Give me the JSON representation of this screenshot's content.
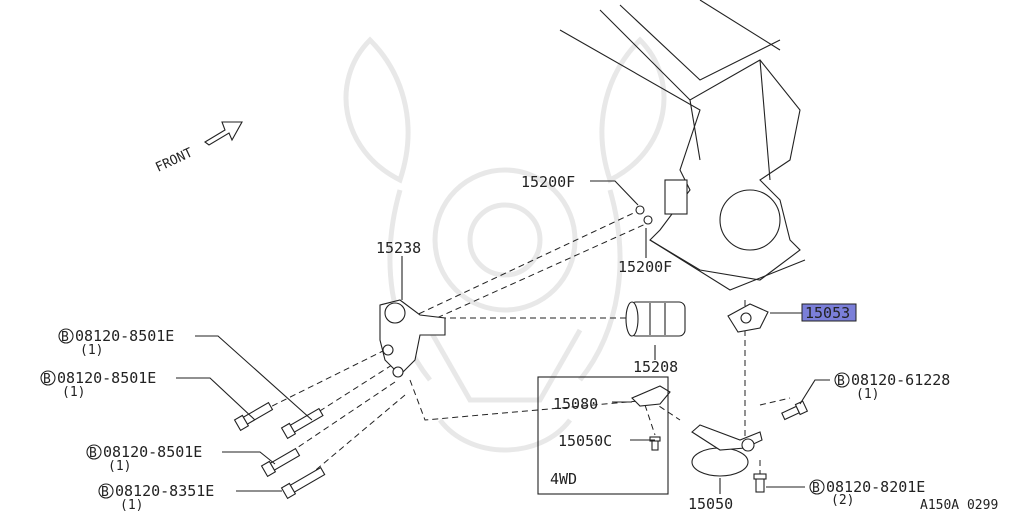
{
  "callouts": {
    "p15200F_top": "15200F",
    "p15200F_bottom": "15200F",
    "p15238": "15238",
    "p15208": "15208",
    "p15053": "15053",
    "p15080": "15080",
    "p15050C": "15050C",
    "p15050": "15050",
    "box_label": "4WD"
  },
  "bolts": [
    {
      "part": "08120-8501E",
      "qty": "(1)"
    },
    {
      "part": "08120-8501E",
      "qty": "(1)"
    },
    {
      "part": "08120-8501E",
      "qty": "(1)"
    },
    {
      "part": "08120-8351E",
      "qty": "(1)"
    },
    {
      "part": "08120-61228",
      "qty": "(1)"
    },
    {
      "part": "08120-8201E",
      "qty": "(2)"
    }
  ],
  "bolt_prefix": "B",
  "front_label": "FRONT",
  "diagram_code": "A150A 0299",
  "highlight_color": "#7b7fd9"
}
